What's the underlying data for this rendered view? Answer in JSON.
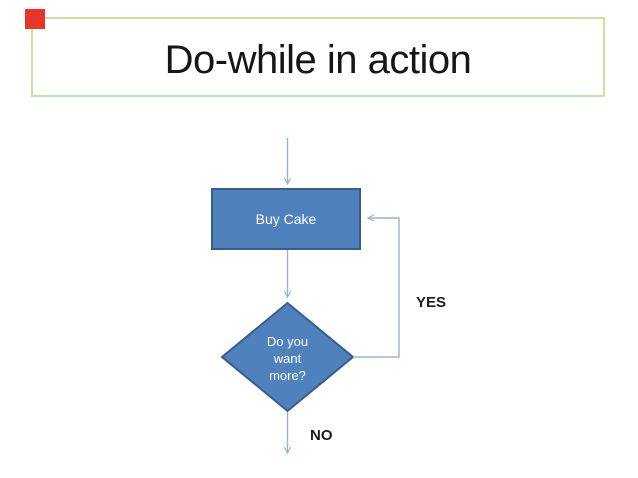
{
  "slide": {
    "title": "Do-while in action",
    "colors": {
      "background": "#ffffff",
      "title_border": "#c9e2a1",
      "corner_marker": "#e8352b",
      "title_text": "#161616"
    }
  },
  "flowchart": {
    "process": {
      "label": "Buy Cake"
    },
    "decision": {
      "lines": [
        "Do you",
        "want",
        "more?"
      ]
    },
    "labels": {
      "yes": "YES",
      "no": "NO"
    },
    "colors": {
      "shape_fill": "#4f81bd",
      "shape_border": "#385d8a",
      "connector": "#95b3d7",
      "shape_text": "#ffffff",
      "label_text": "#1c1c1c"
    }
  }
}
